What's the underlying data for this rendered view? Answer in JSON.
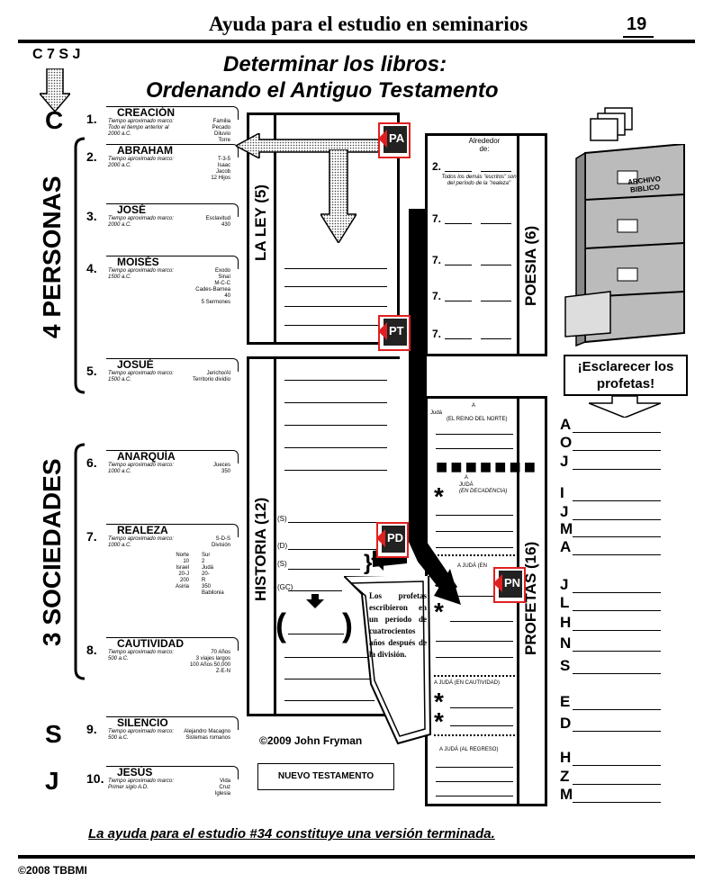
{
  "header": {
    "title": "Ayuda para el estudio en seminarios",
    "page_number": "19",
    "code": "C 7 S J"
  },
  "main_title": {
    "line1": "Determinar los libros:",
    "line2": "Ordenando el Antiguo Testamento"
  },
  "left_letters": {
    "c": "C",
    "s": "S",
    "j": "J"
  },
  "group_labels": {
    "personas": "4 PERSONAS",
    "sociedades": "3 SOCIEDADES"
  },
  "eras": [
    {
      "num": "1.",
      "title": "CREACIÓN",
      "marco": "Tiempo aproximado marco:",
      "date": "Todo el tiempo anterior al 2000 a.C.",
      "right": [
        "Familia",
        "Pecado",
        "Diluvio",
        "Torre"
      ]
    },
    {
      "num": "2.",
      "title": "ABRAHAM",
      "marco": "Tiempo aproximado marco:",
      "date": "2000 a.C.",
      "right": [
        "T-3-5",
        "Isaac",
        "Jacob",
        "12 Hijos"
      ]
    },
    {
      "num": "3.",
      "title": "JOSÉ",
      "marco": "Tiempo aproximado marco:",
      "date": "2000 a.C.",
      "right": [
        "Esclavitud",
        "430"
      ]
    },
    {
      "num": "4.",
      "title": "MOISÉS",
      "marco": "Tiempo aproximado marco:",
      "date": "1500 a.C.",
      "right": [
        "Exodo",
        "Sinaí",
        "M-C-C",
        "Cades-Barnea",
        "40",
        "5 Sermones"
      ]
    },
    {
      "num": "5.",
      "title": "JOSUÉ",
      "marco": "Tiempo aproximado marco:",
      "date": "1500 a.C.",
      "right": [
        "Jericho/Al",
        "Territorio dividio"
      ]
    },
    {
      "num": "6.",
      "title": "ANARQUÍA",
      "marco": "Tiempo aproximado marco:",
      "date": "1000 a.C.",
      "right": [
        "Jueces",
        "350"
      ]
    },
    {
      "num": "7.",
      "title": "REALEZA",
      "marco": "Tiempo aproximado marco:",
      "date": "1000 a.C.",
      "right": [
        "S-D-S",
        "División"
      ]
    },
    {
      "num": "8.",
      "title": "CAUTIVIDAD",
      "marco": "Tiempo aproximado marco:",
      "date": "500 a.C.",
      "right": [
        "70 Años",
        "3 viajes largos",
        "100 Años 50,000",
        "Z-E-N"
      ]
    },
    {
      "num": "9.",
      "title": "SILENCIO",
      "marco": "Tiempo aproximado marco:",
      "date": "500 a.C.",
      "right": [
        "Alejandro Macagno",
        "Sistemas romanos"
      ]
    },
    {
      "num": "10.",
      "title": "JESÚS",
      "marco": "Tiempo aproximado marco:",
      "date": "Primer siglo A.D.",
      "right": [
        "Vida",
        "Cruz",
        "Iglesia"
      ]
    }
  ],
  "division_table": {
    "col1": [
      "Norte",
      "10",
      "Israel",
      "20-J",
      "200",
      "Asiria"
    ],
    "col2": [
      "Sur",
      "2",
      "Judá",
      "20-",
      "R",
      "350",
      "Babilonia"
    ]
  },
  "columns": {
    "ley": "LA LEY (5)",
    "historia": "HISTORIA (12)",
    "poesia": "POESIA (6)",
    "profetas": "PROFETAS (16)"
  },
  "historia_marks": [
    "(S)",
    "(D)",
    "(S)",
    "(GC)"
  ],
  "poesia": {
    "alrededor": "Alrededor de:",
    "first": "2.",
    "note": "Todos los demás \"escritos\" son del período de la \"realeza\"",
    "rows": [
      "7.",
      "7.",
      "7.",
      "7."
    ]
  },
  "profetas_sections": {
    "israel_top": "A",
    "israel_left": "Judá",
    "israel": "(EL REINO DEL NORTE)",
    "decadencia_a": "A",
    "decadencia_j": "JUDÁ",
    "decadencia": "(EN DECADENCIA)",
    "en": "A JUDÁ (EN",
    "cautividad": "A JUDÁ (EN CAUTIVIDAD)",
    "regreso": "A JUDÁ (AL REGRESO)"
  },
  "note_box": "Los profetas escribieron en un período de cuatrocientos años después de la división.",
  "tags": {
    "pa": "PA",
    "pt": "PT",
    "pd": "PD",
    "pn": "PN"
  },
  "cabinet_label": "ARCHIVO BIBLICO",
  "esclarecer": "¡Esclarecer los profetas!",
  "prophet_letters": [
    "A",
    "O",
    "J",
    "I",
    "J",
    "M",
    "A",
    "J",
    "L",
    "H",
    "N",
    "S",
    "E",
    "D",
    "H",
    "Z",
    "M"
  ],
  "copyright_fryman": "©2009 John Fryman",
  "nuevo_testamento": "NUEVO TESTAMENTO",
  "footer_note": "La ayuda para el estudio #34 constituye una versión terminada.",
  "footer_copyright": "©2008 TBBMI"
}
